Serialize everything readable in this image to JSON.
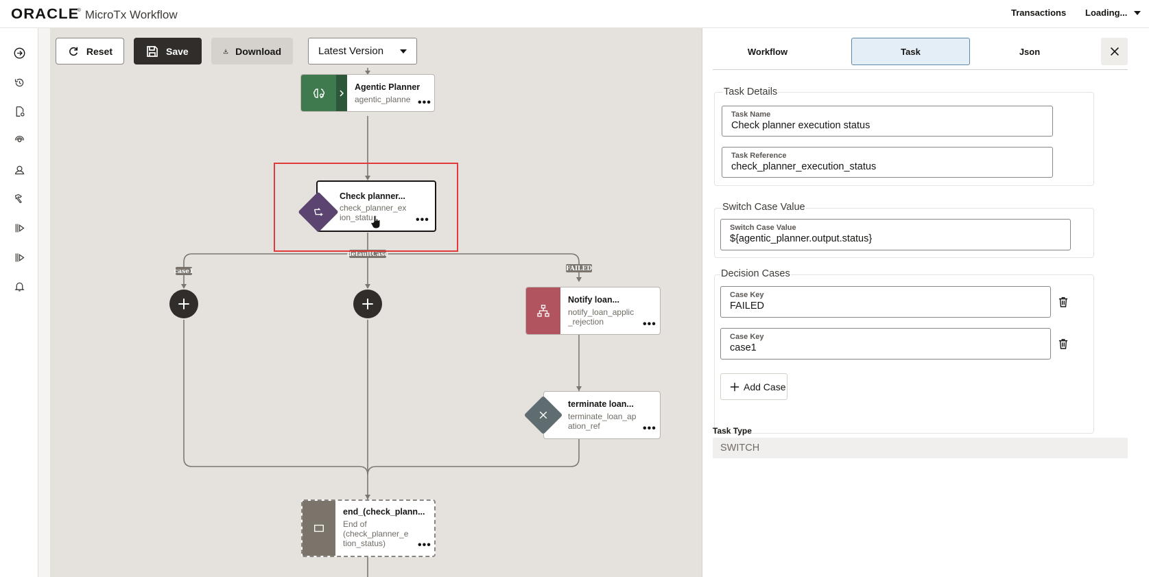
{
  "header": {
    "logo": "ORACLE",
    "app_name": "MicroTx Workflow",
    "transactions": "Transactions",
    "user_menu": "Loading..."
  },
  "rail": {
    "items": [
      "expand-icon",
      "history-icon",
      "document-settings-icon",
      "network-icon",
      "user-support-icon",
      "hammer-icon",
      "run-icon",
      "play-icon",
      "bell-icon"
    ]
  },
  "toolbar": {
    "reset_label": "Reset",
    "save_label": "Save",
    "download_label": "Download",
    "version_value": "Latest Version"
  },
  "flow": {
    "nodes": {
      "agentic": {
        "title": "Agentic Planner",
        "sub": "agentic_planne"
      },
      "check": {
        "title": "Check planner...",
        "sub1": "check_planner_ex",
        "sub2": "ion_status"
      },
      "notify": {
        "title": "Notify loan...",
        "sub1": "notify_loan_applic",
        "sub2": "_rejection"
      },
      "terminate": {
        "title": "terminate loan...",
        "sub1": "terminate_loan_ap",
        "sub2": "ation_ref"
      },
      "end": {
        "title": "end_(check_plann...",
        "sub1": "End of",
        "sub2": "(check_planner_e",
        "sub3": "tion_status)"
      }
    },
    "case_tags": {
      "case1": "case1",
      "default": "defaultCase",
      "failed": "FAILED"
    },
    "more_glyph": "•••"
  },
  "panel": {
    "tabs": {
      "workflow": "Workflow",
      "task": "Task",
      "json": "Json"
    },
    "active_tab": "Task",
    "task_details": {
      "legend": "Task Details",
      "name_label": "Task Name",
      "name_value": "Check planner execution status",
      "ref_label": "Task Reference",
      "ref_value": "check_planner_execution_status"
    },
    "switch_case": {
      "legend": "Switch Case Value",
      "label": "Switch Case Value",
      "value": "${agentic_planner.output.status}"
    },
    "decision_cases": {
      "legend": "Decision Cases",
      "cases": [
        {
          "label": "Case Key",
          "value": "FAILED"
        },
        {
          "label": "Case Key",
          "value": "case1"
        }
      ],
      "add_label": "Add Case"
    },
    "task_type": {
      "label": "Task Type",
      "value": "SWITCH"
    }
  },
  "colors": {
    "accent_dark": "#312d2a",
    "tab_active_bg": "#e3eef6",
    "selection": "#e03a3a",
    "agentic_green": "#3f7a4e",
    "switch_purple": "#5b4570",
    "notify_rose": "#b2545f",
    "terminate_slate": "#5f6d70",
    "end_taupe": "#7b746b",
    "canvas_bg": "#e5e1dc"
  }
}
